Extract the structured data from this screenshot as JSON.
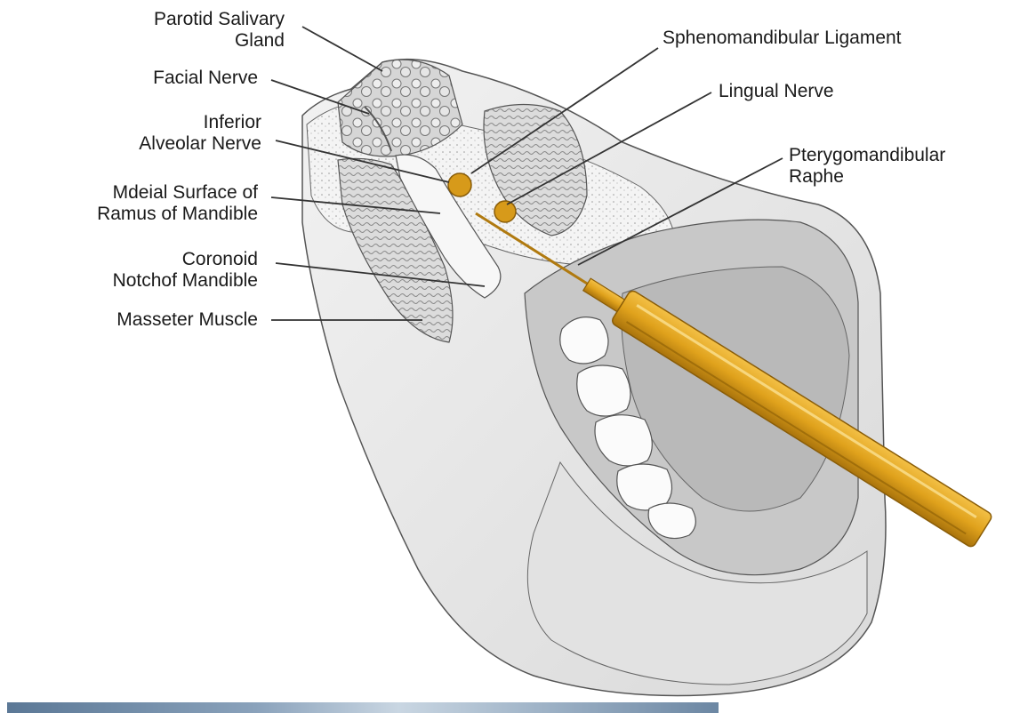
{
  "labels": {
    "parotid": [
      "Parotid Salivary",
      "Gland"
    ],
    "facial": [
      "Facial Nerve"
    ],
    "inferior_alveolar": [
      "Inferior",
      "Alveolar Nerve"
    ],
    "medial_surface": [
      "Mdeial Surface of",
      "Ramus of Mandible"
    ],
    "coronoid": [
      "Coronoid",
      "Notchof Mandible"
    ],
    "masseter": [
      "Masseter Muscle"
    ],
    "spheno": [
      "Sphenomandibular Ligament"
    ],
    "lingual": [
      "Lingual Nerve"
    ],
    "pterygo": [
      "Pterygomandibular",
      "Raphe"
    ]
  },
  "colors": {
    "nerve": "#d79a1a",
    "syringe": "#e0a21c",
    "syringe_dark": "#b07a10",
    "tissue": "#e9e9e9",
    "line": "#333333"
  }
}
